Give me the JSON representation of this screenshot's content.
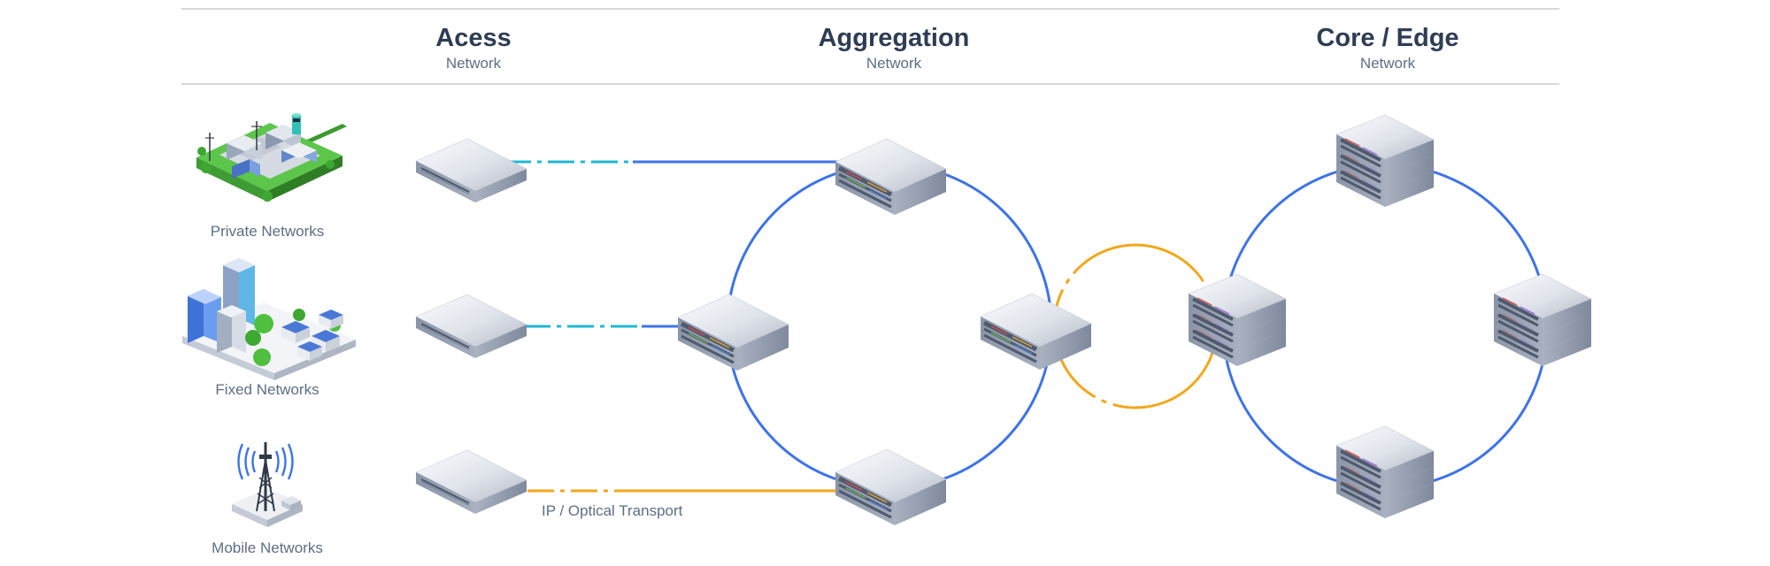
{
  "columns": [
    {
      "title": "Acess",
      "subtitle": "Network"
    },
    {
      "title": "Aggregation",
      "subtitle": "Network"
    },
    {
      "title": "Core / Edge",
      "subtitle": "Network"
    }
  ],
  "sources": [
    {
      "label": "Private Networks",
      "icon": "industrial-campus-icon"
    },
    {
      "label": "Fixed Networks",
      "icon": "city-buildings-icon"
    },
    {
      "label": "Mobile Networks",
      "icon": "cell-tower-icon"
    }
  ],
  "links": {
    "transport_label": "IP / Optical Transport"
  },
  "colors": {
    "ring_blue": "#3d73ea",
    "access_cyan": "#1fb8d3",
    "access_blue": "#3d73ea",
    "orange": "#f2a71b",
    "title": "#2e3d54",
    "subtitle": "#5d6e86",
    "divider": "#d5d8dd",
    "green": "#53c23f"
  }
}
